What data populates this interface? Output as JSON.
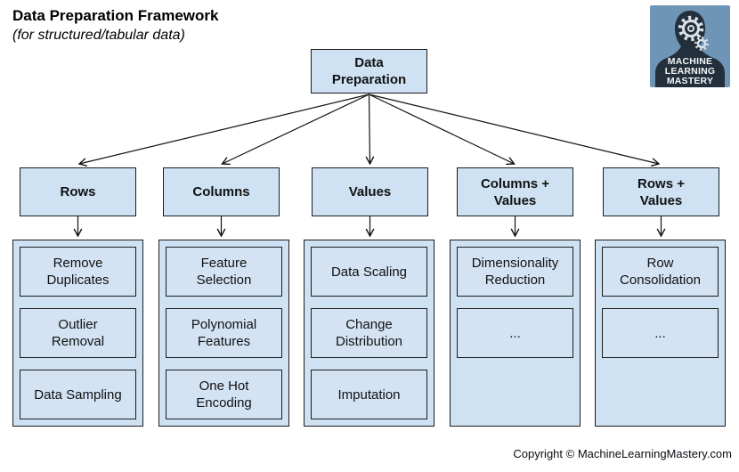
{
  "header": {
    "title": "Data Preparation Framework",
    "subtitle": "(for structured/tabular data)"
  },
  "logo": {
    "lines": [
      "MACHINE",
      "LEARNING",
      "MASTERY"
    ],
    "bg_color": "#6e94b6",
    "silhouette_color": "#232f3a"
  },
  "root": {
    "label": "Data\nPreparation"
  },
  "branches": [
    {
      "label": "Rows",
      "items": [
        "Remove\nDuplicates",
        "Outlier\nRemoval",
        "Data Sampling"
      ]
    },
    {
      "label": "Columns",
      "items": [
        "Feature\nSelection",
        "Polynomial\nFeatures",
        "One Hot\nEncoding"
      ]
    },
    {
      "label": "Values",
      "items": [
        "Data Scaling",
        "Change\nDistribution",
        "Imputation"
      ]
    },
    {
      "label": "Columns +\nValues",
      "items": [
        "Dimensionality\nReduction",
        "..."
      ]
    },
    {
      "label": "Rows +\nValues",
      "items": [
        "Row\nConsolidation",
        "..."
      ]
    }
  ],
  "footer": {
    "copyright": "Copyright © MachineLearningMastery.com"
  },
  "colors": {
    "node_fill": "#cfe2f3",
    "node_border": "#1c1c1c",
    "arrow": "#111111"
  }
}
